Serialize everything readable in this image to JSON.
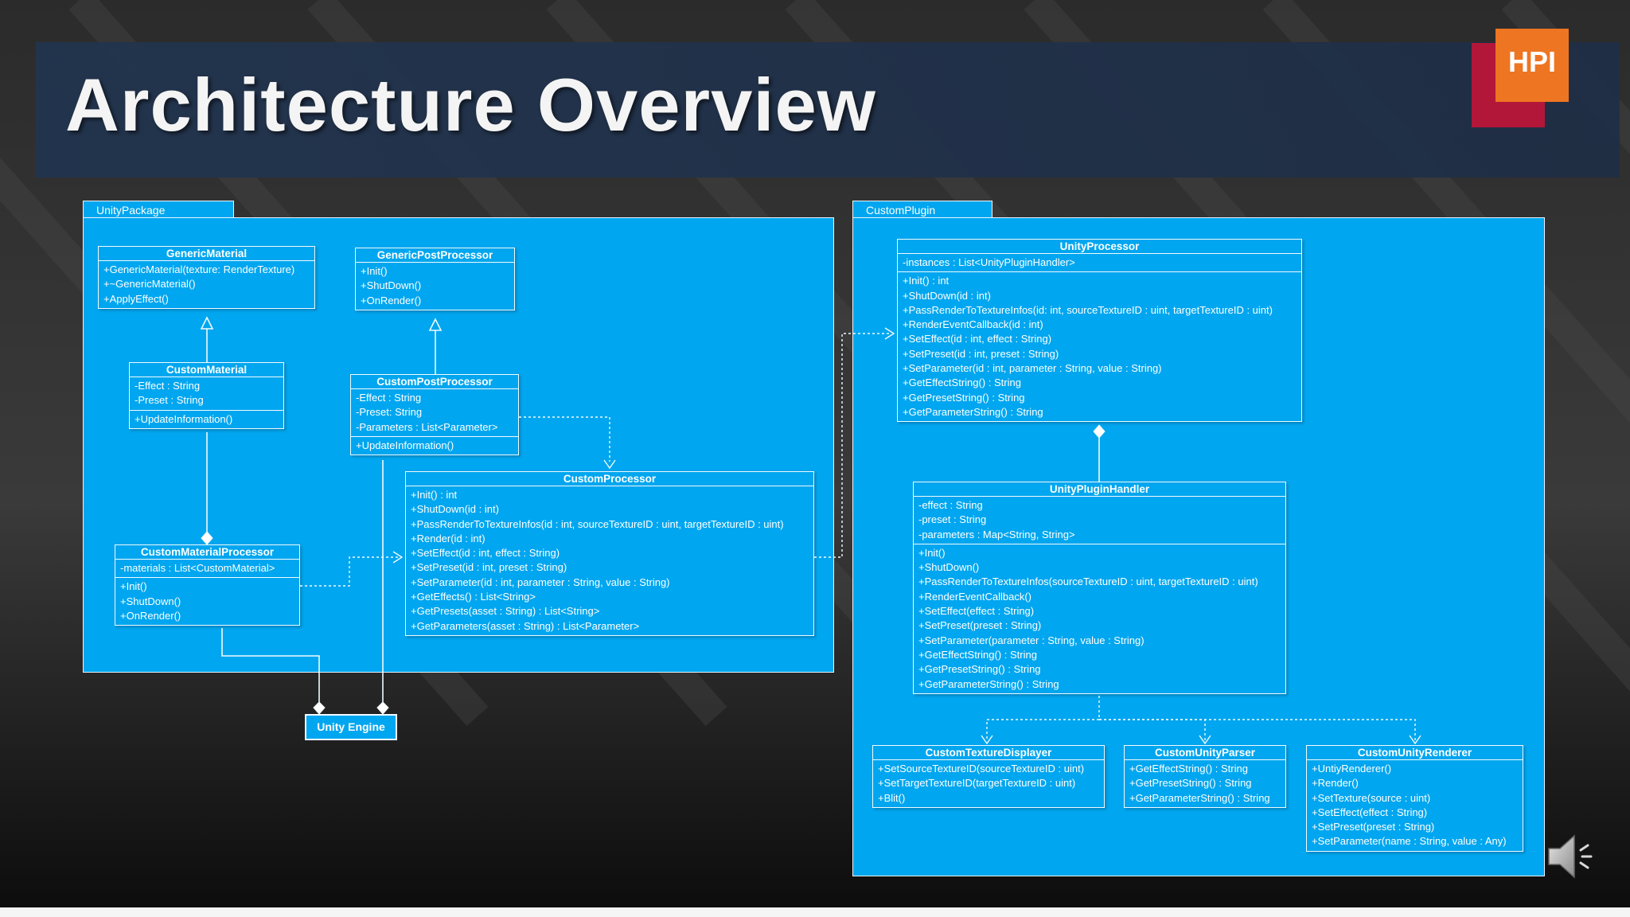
{
  "slide": {
    "title": "Architecture Overview",
    "logo": {
      "text": "HPI"
    }
  },
  "packages": {
    "unity_package": {
      "label": "UnityPackage"
    },
    "custom_plugin": {
      "label": "CustomPlugin"
    }
  },
  "classes": {
    "generic_material": {
      "name": "GenericMaterial",
      "attributes": [],
      "methods": [
        "+GenericMaterial(texture: RenderTexture)",
        "+~GenericMaterial()",
        "+ApplyEffect()"
      ]
    },
    "generic_post_processor": {
      "name": "GenericPostProcessor",
      "attributes": [],
      "methods": [
        "+Init()",
        "+ShutDown()",
        "+OnRender()"
      ]
    },
    "custom_material": {
      "name": "CustomMaterial",
      "attributes": [
        "-Effect : String",
        "-Preset : String"
      ],
      "methods": [
        "+UpdateInformation()"
      ]
    },
    "custom_post_processor": {
      "name": "CustomPostProcessor",
      "attributes": [
        "-Effect : String",
        "-Preset: String",
        "-Parameters : List<Parameter>"
      ],
      "methods": [
        "+UpdateInformation()"
      ]
    },
    "custom_processor": {
      "name": "CustomProcessor",
      "attributes": [],
      "methods": [
        "+Init() : int",
        "+ShutDown(id : int)",
        "+PassRenderToTextureInfos(id : int, sourceTextureID : uint, targetTextureID : uint)",
        "+Render(id : int)",
        "+SetEffect(id : int, effect :  String)",
        "+SetPreset(id : int, preset : String)",
        "+SetParameter(id : int, parameter : String, value : String)",
        "+GetEffects() : List<String>",
        "+GetPresets(asset : String) : List<String>",
        "+GetParameters(asset : String) : List<Parameter>"
      ]
    },
    "custom_material_processor": {
      "name": "CustomMaterialProcessor",
      "attributes": [
        "-materials : List<CustomMaterial>"
      ],
      "methods": [
        "+Init()",
        "+ShutDown()",
        "+OnRender()"
      ]
    },
    "unity_processor": {
      "name": "UnityProcessor",
      "attributes": [
        "-instances : List<UnityPluginHandler>"
      ],
      "methods": [
        "+Init() : int",
        "+ShutDown(id : int)",
        "+PassRenderToTextureInfos(id: int, sourceTextureID : uint, targetTextureID : uint)",
        "+RenderEventCallback(id : int)",
        "+SetEffect(id : int, effect : String)",
        "+SetPreset(id : int, preset : String)",
        "+SetParameter(id : int, parameter : String, value : String)",
        "+GetEffectString() : String",
        "+GetPresetString() : String",
        "+GetParameterString() : String"
      ]
    },
    "unity_plugin_handler": {
      "name": "UnityPluginHandler",
      "attributes": [
        "-effect : String",
        "-preset : String",
        "-parameters : Map<String, String>"
      ],
      "methods": [
        "+Init()",
        "+ShutDown()",
        "+PassRenderToTextureInfos(sourceTextureID : uint, targetTextureID : uint)",
        "+RenderEventCallback()",
        "+SetEffect(effect : String)",
        "+SetPreset(preset : String)",
        "+SetParameter(parameter : String, value : String)",
        "+GetEffectString() : String",
        "+GetPresetString() : String",
        "+GetParameterString() : String"
      ]
    },
    "custom_texture_displayer": {
      "name": "CustomTextureDisplayer",
      "attributes": [],
      "methods": [
        "+SetSourceTextureID(sourceTextureID : uint)",
        "+SetTargetTextureID(targetTextureID : uint)",
        "+Blit()"
      ]
    },
    "custom_unity_parser": {
      "name": "CustomUnityParser",
      "attributes": [],
      "methods": [
        "+GetEffectString() : String",
        "+GetPresetString() : String",
        "+GetParameterString() : String"
      ]
    },
    "custom_unity_renderer": {
      "name": "CustomUnityRenderer",
      "attributes": [],
      "methods": [
        "+UntiyRenderer()",
        "+Render()",
        "+SetTexture(source : uint)",
        "+SetEffect(effect : String)",
        "+SetPreset(preset : String)",
        "+SetParameter(name : String, value : Any)"
      ]
    }
  },
  "unity_engine": {
    "label": "Unity Engine"
  },
  "colors": {
    "diagram_blue": "#00a6ef",
    "line_white": "#f1fbff",
    "title_bar": "#22344e",
    "hpi_orange": "#ee7522",
    "hpi_red": "#b2173a"
  },
  "icons": {
    "speaker": "speaker-icon"
  }
}
